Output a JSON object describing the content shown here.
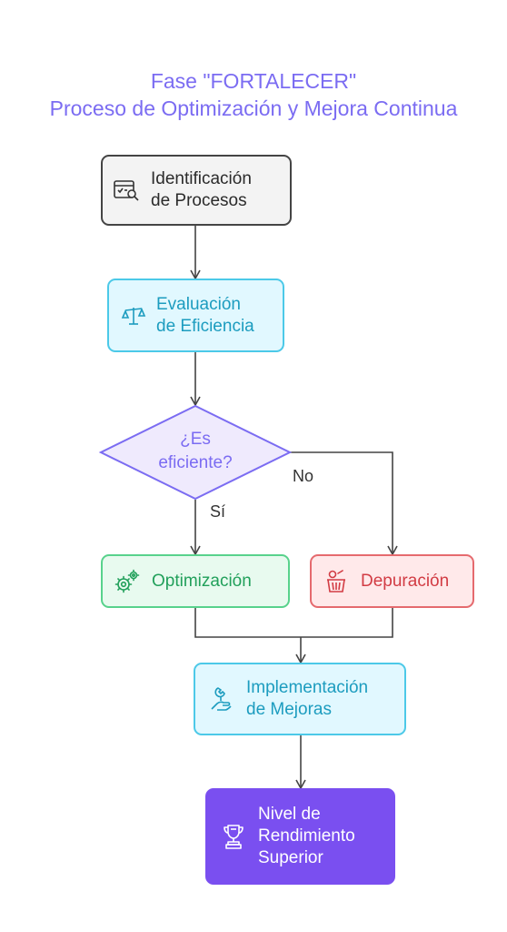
{
  "title": {
    "line1": "Fase \"FORTALECER\"",
    "line2": "Proceso de Optimización y Mejora Continua"
  },
  "nodes": {
    "identificacion": {
      "label": "Identificación\nde Procesos",
      "icon": "process-search-icon"
    },
    "evaluacion": {
      "label": "Evaluación\nde Eficiencia",
      "icon": "balance-scale-icon"
    },
    "decision": {
      "label": "¿Es\neficiente?"
    },
    "optimizacion": {
      "label": "Optimización",
      "icon": "gears-icon"
    },
    "depuracion": {
      "label": "Depuración",
      "icon": "trash-basket-icon"
    },
    "implementacion": {
      "label": "Implementación\nde Mejoras",
      "icon": "wrench-hand-icon"
    },
    "nivel": {
      "label": "Nivel de\nRendimiento\nSuperior",
      "icon": "trophy-icon"
    }
  },
  "edges": {
    "si": "Sí",
    "no": "No"
  },
  "colors": {
    "title": "#7b6cf2",
    "gray_border": "#444444",
    "cyan_border": "#4cc9e8",
    "green_border": "#58d28c",
    "red_border": "#e56a6e",
    "purple_fill": "#7a4ff0"
  }
}
